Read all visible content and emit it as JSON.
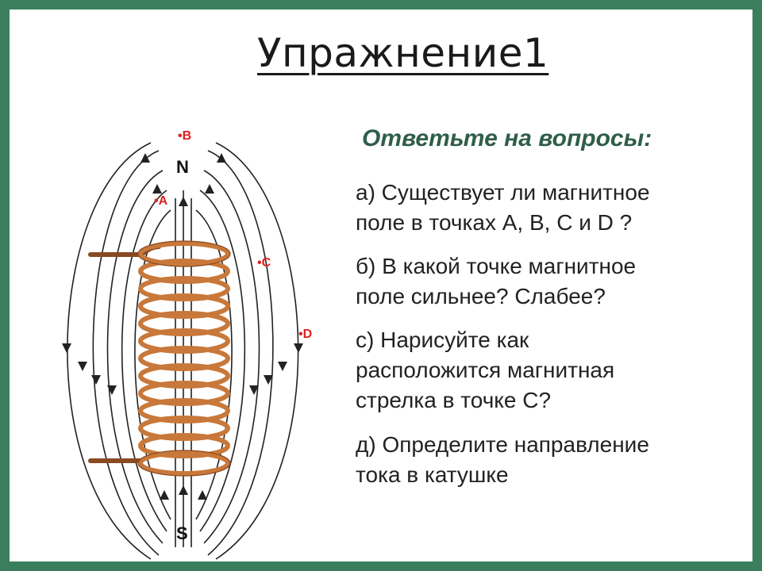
{
  "title": "Упражнение1",
  "subtitle": "Ответьте на вопросы:",
  "questions": {
    "a": [
      "а) Существует ли магнитное",
      "поле в точках  А,  В, С  и D ?"
    ],
    "b": [
      "б) В какой точке магнитное",
      "поле сильнее?  Слабее?"
    ],
    "c": [
      "с) Нарисуйте как",
      "расположится магнитная",
      "стрелка в точке С?"
    ],
    "d": [
      "д) Определите направление",
      "тока в катушке"
    ]
  },
  "diagram": {
    "pole_top": "N",
    "pole_bottom": "S",
    "points": {
      "A": "•A",
      "B": "•B",
      "C": "•C",
      "D": "•D"
    }
  },
  "colors": {
    "frame": "#3a7e5e",
    "subtitle": "#2f5e4a",
    "point_labels": "#e02020",
    "coil": "#c8783a",
    "field_lines": "#222222"
  }
}
